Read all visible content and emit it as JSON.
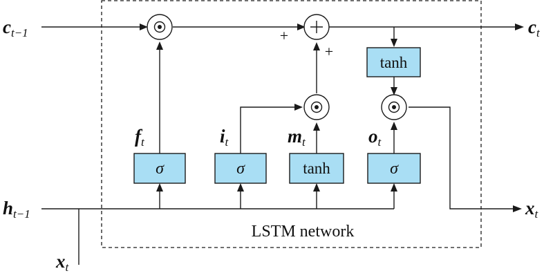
{
  "diagram": {
    "caption": "LSTM network",
    "inputs": {
      "c_prev": {
        "main": "c",
        "sub": "t−1"
      },
      "h_prev": {
        "main": "h",
        "sub": "t−1"
      },
      "x_in": {
        "main": "x",
        "sub": "t"
      }
    },
    "outputs": {
      "c_out": {
        "main": "c",
        "sub": "t"
      },
      "x_out": {
        "main": "x",
        "sub": "t"
      }
    },
    "gates": {
      "f": {
        "main": "f",
        "sub": "t",
        "fn": "σ"
      },
      "i": {
        "main": "i",
        "sub": "t",
        "fn": "σ"
      },
      "m": {
        "main": "m",
        "sub": "t",
        "fn": "tanh"
      },
      "o": {
        "main": "o",
        "sub": "t",
        "fn": "σ"
      }
    },
    "tanh_box": "tanh",
    "plus_sign": "+",
    "operators": {
      "hadamard": "⊙",
      "add": "+"
    },
    "colors": {
      "box_fill": "#a9def4",
      "stroke": "#1a1a1a"
    }
  }
}
